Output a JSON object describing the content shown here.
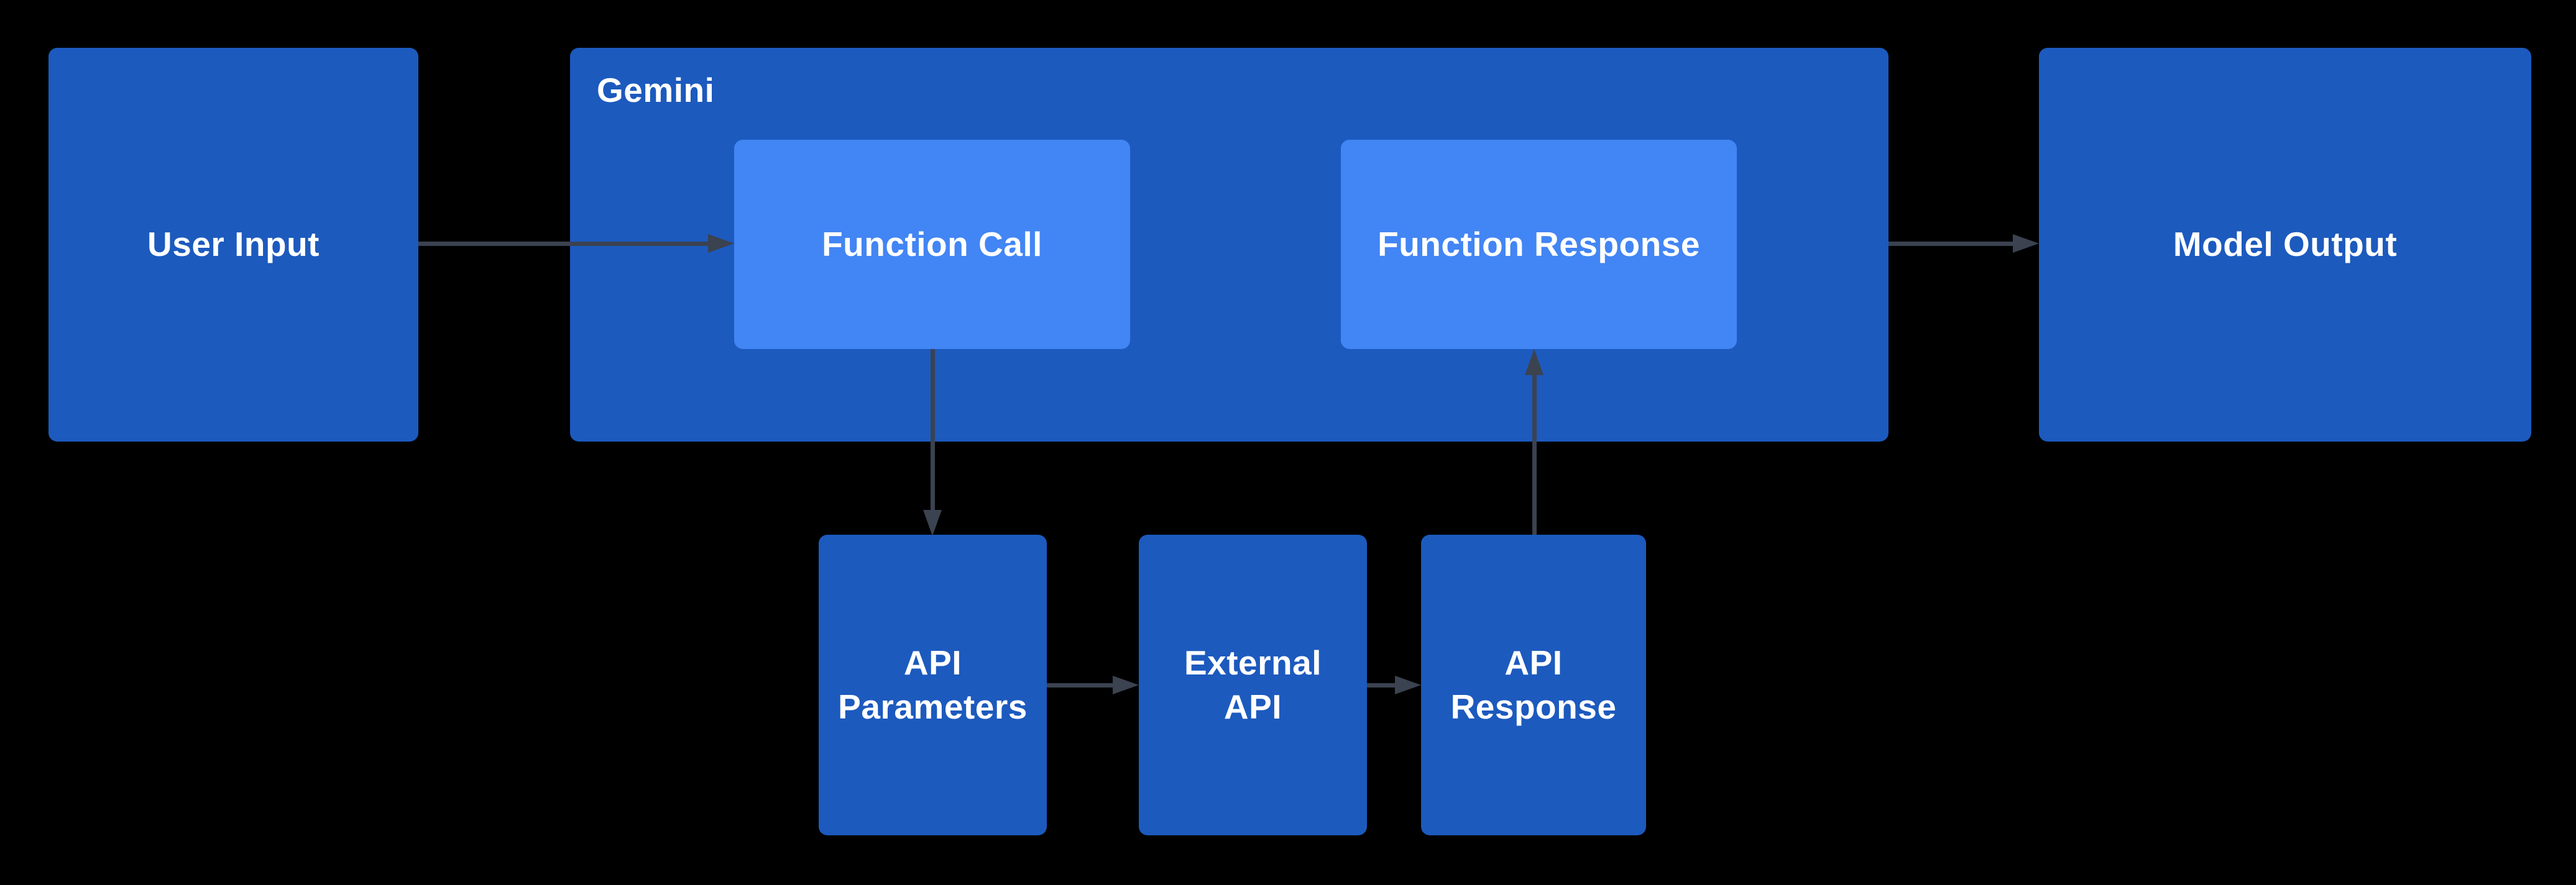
{
  "colors": {
    "background": "#000000",
    "box_blue": "#1c5abe",
    "inner_blue": "#4285f4",
    "arrow": "#3b4250",
    "text": "#ffffff"
  },
  "nodes": {
    "user_input": {
      "label": "User Input"
    },
    "gemini": {
      "label": "Gemini"
    },
    "function_call": {
      "label": "Function Call"
    },
    "function_response": {
      "label": "Function Response"
    },
    "model_output": {
      "label": "Model Output"
    },
    "api_parameters": {
      "label": "API Parameters"
    },
    "external_api": {
      "label": "External API"
    },
    "api_response": {
      "label": "API Response"
    }
  },
  "edges": [
    {
      "from": "User Input",
      "to": "Function Call",
      "direction": "right"
    },
    {
      "from": "Gemini",
      "to": "Model Output",
      "direction": "right"
    },
    {
      "from": "Function Call",
      "to": "API Parameters",
      "direction": "down"
    },
    {
      "from": "API Parameters",
      "to": "External API",
      "direction": "right"
    },
    {
      "from": "External API",
      "to": "API Response",
      "direction": "right"
    },
    {
      "from": "API Response",
      "to": "Function Response",
      "direction": "up"
    }
  ]
}
